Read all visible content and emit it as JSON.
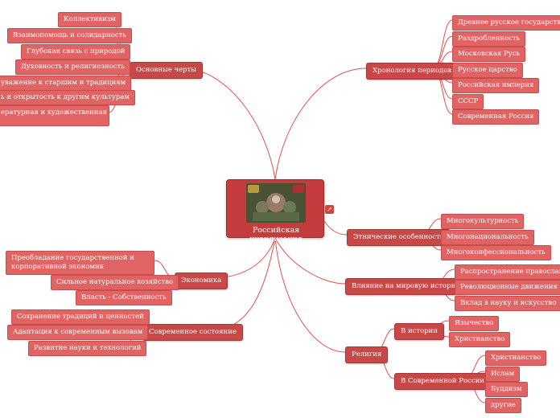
{
  "center": {
    "title": "Российская цивилизация",
    "has_image": true
  },
  "left": {
    "osnovnye": {
      "label": "Основные черты",
      "items": [
        "Коллективизм",
        "Взаимопомощь и солидарность",
        "Глубокая связь с природой",
        "Духовность и религиозность",
        "уважение к старшим и традициям",
        "ь и открытость к другим культурам",
        "ературная и художественная"
      ]
    },
    "ekonomika": {
      "label": "Экономика",
      "items": [
        "Преобладание государственной и корпоративной экономик",
        "Сильное натуральное хозяйство",
        "Власть - Собственность"
      ]
    },
    "sovremennoe": {
      "label": "Современное состояние",
      "items": [
        "Сохранение традиций и ценностей",
        "Адаптация к современным вызовам",
        "Развитие науки и технологий"
      ]
    }
  },
  "right": {
    "khronologiya": {
      "label": "Хронология периодов",
      "items": [
        "Древнее русское государство",
        "Раздробленность",
        "Московская Русь",
        "Русское царство",
        "Российская империя",
        "СССР",
        "Современная Россия"
      ]
    },
    "etnicheskie": {
      "label": "Этнические особенности",
      "items": [
        "Многокультурность",
        "Многонациональность",
        "Многоконфессиональность"
      ]
    },
    "vliyanie": {
      "label": "Влияние на мировую историю",
      "items": [
        "Распространение православия",
        "Революционные движения",
        "Вклад в науку и искусство"
      ]
    },
    "religiya": {
      "label": "Религия",
      "v_istorii": {
        "label": "В истории",
        "items": [
          "Язычество",
          "Христианство"
        ]
      },
      "v_sovremennoy": {
        "label": "В Современной России",
        "items": [
          "Христианство",
          "Ислам",
          "Буддизм",
          "другие"
        ]
      }
    }
  },
  "colors": {
    "branch": "#c84848",
    "leaf": "#e06464",
    "line": "#e05050",
    "center": "#c53c3c"
  }
}
